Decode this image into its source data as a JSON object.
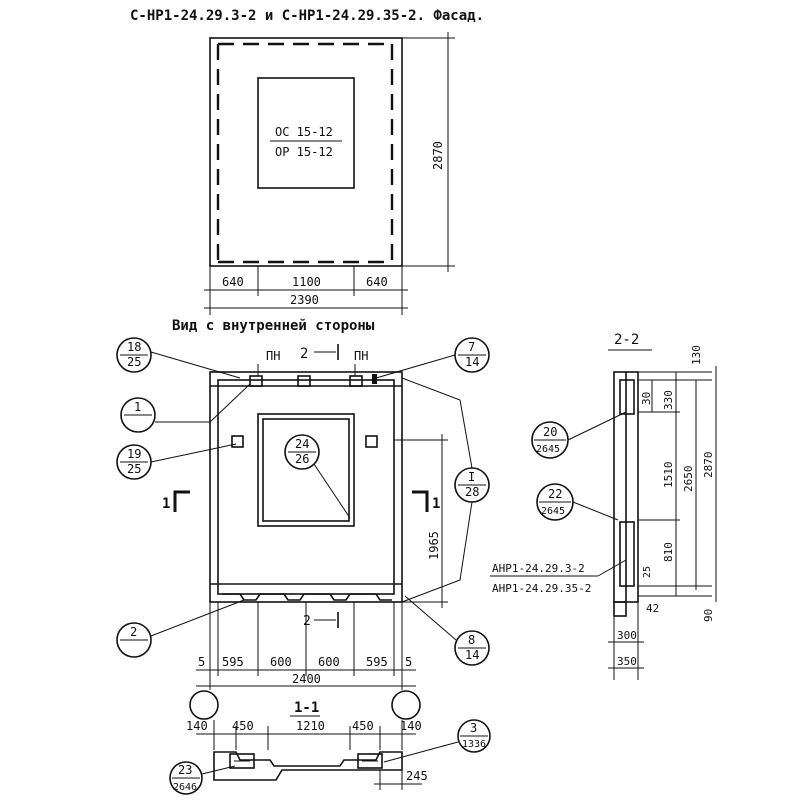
{
  "title": "С-НР1-24.29.3-2 и С-НР1-24.29.35-2. Фасад.",
  "facade": {
    "window_label_top": "ОС 15-12",
    "window_label_bottom": "ОР 15-12",
    "dim_height": "2870",
    "dim_left": "640",
    "dim_middle": "1100",
    "dim_right": "640",
    "dim_total": "2390"
  },
  "inner_view": {
    "caption": "Вид с внутренней стороны",
    "pn_left": "ПН",
    "pn_right": "ПН",
    "section_mark_top": "2",
    "section_mark_bottom": "2",
    "section_1_left": "1",
    "section_1_right": "1",
    "dim_1965": "1965",
    "dims_bottom": [
      "5",
      "595",
      "600",
      "600",
      "595",
      "5"
    ],
    "dim_total": "2400"
  },
  "callouts": [
    {
      "id": "c18",
      "top": "18",
      "bottom": "25"
    },
    {
      "id": "c7",
      "top": "7",
      "bottom": "14"
    },
    {
      "id": "c1",
      "top": "1",
      "bottom": ""
    },
    {
      "id": "c19",
      "top": "19",
      "bottom": "25"
    },
    {
      "id": "c24",
      "top": "24",
      "bottom": "26"
    },
    {
      "id": "cI",
      "top": "I",
      "bottom": "28"
    },
    {
      "id": "c2",
      "top": "2",
      "bottom": ""
    },
    {
      "id": "c8",
      "top": "8",
      "bottom": "14"
    },
    {
      "id": "c20",
      "top": "20",
      "bottom": "2645"
    },
    {
      "id": "c22",
      "top": "22",
      "bottom": "2645"
    },
    {
      "id": "c3",
      "top": "3",
      "bottom": "1336"
    },
    {
      "id": "c23",
      "top": "23",
      "bottom": "2646"
    }
  ],
  "section_2_2": {
    "title": "2-2",
    "dim_130": "130",
    "dim_30": "30",
    "dim_330": "330",
    "dim_1510": "1510",
    "dim_2650": "2650",
    "dim_2870": "2870",
    "dim_810": "810",
    "dim_25": "25",
    "dim_42": "42",
    "dim_90": "90",
    "dim_300": "300",
    "dim_350": "350",
    "label_1": "АНР1-24.29.3-2",
    "label_2": "АНР1-24.29.35-2"
  },
  "section_1_1": {
    "title": "1-1",
    "dims": [
      "140",
      "450",
      "1210",
      "450",
      "140"
    ],
    "dim_245": "245"
  }
}
